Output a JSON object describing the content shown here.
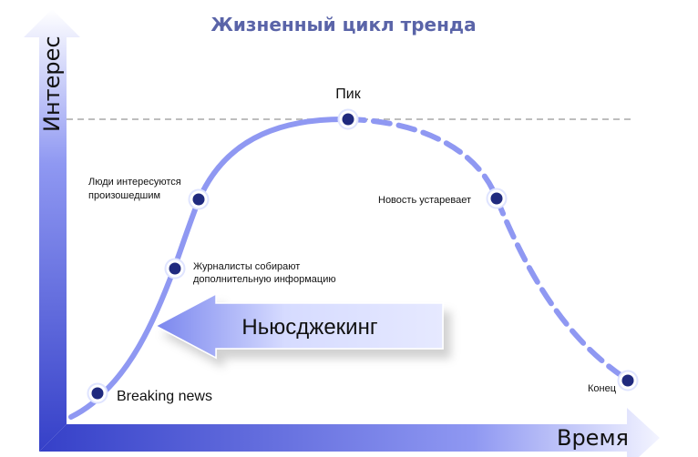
{
  "title": "Жизненный цикл тренда",
  "axes": {
    "y_label": "Интерес",
    "x_label": "Время"
  },
  "colors": {
    "axis_dark": "#3540c8",
    "axis_light": "#ffffff",
    "curve": "#8f98f2",
    "point_fill": "#202a7e",
    "point_ring": "#ffffff",
    "title": "#5a64a8",
    "peak_line": "#a9a9a9",
    "arrow_dark": "#7a86ee",
    "arrow_light": "#e6e9ff"
  },
  "arrow_label": "Ньюсджекинг",
  "stages": {
    "breaking": {
      "label": "Breaking news"
    },
    "journalists": {
      "line1": "Журналисты собирают",
      "line2": "дополнительную информацию"
    },
    "people": {
      "line1": "Люди интересуются",
      "line2": "произошедшим"
    },
    "peak": {
      "label": "Пик"
    },
    "stale": {
      "label": "Новость устаревает"
    },
    "end": {
      "label": "Конец"
    }
  }
}
